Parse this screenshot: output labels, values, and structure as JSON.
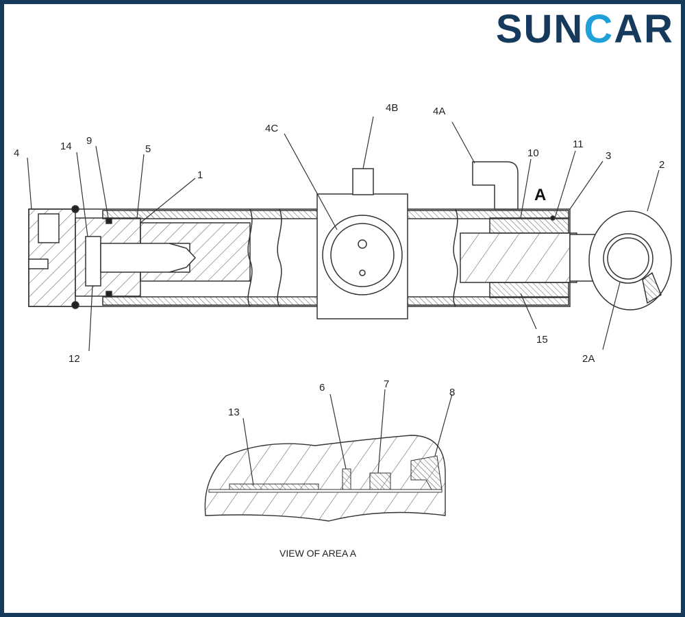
{
  "logo": {
    "text_left": "SUN",
    "text_accent": "C",
    "text_right": "AR"
  },
  "callouts": {
    "c4": "4",
    "c14": "14",
    "c9": "9",
    "c5": "5",
    "c1": "1",
    "c12": "12",
    "c4c": "4C",
    "c4b": "4B",
    "c4a": "4A",
    "c10": "10",
    "c11": "11",
    "c3": "3",
    "c2": "2",
    "c15": "15",
    "c2a": "2A",
    "area_a": "A",
    "c13": "13",
    "c6": "6",
    "c7": "7",
    "c8": "8"
  },
  "detail_caption": "VIEW OF AREA A",
  "colors": {
    "frame": "#163a5c",
    "accent": "#1fa0d8",
    "line": "#333333"
  }
}
